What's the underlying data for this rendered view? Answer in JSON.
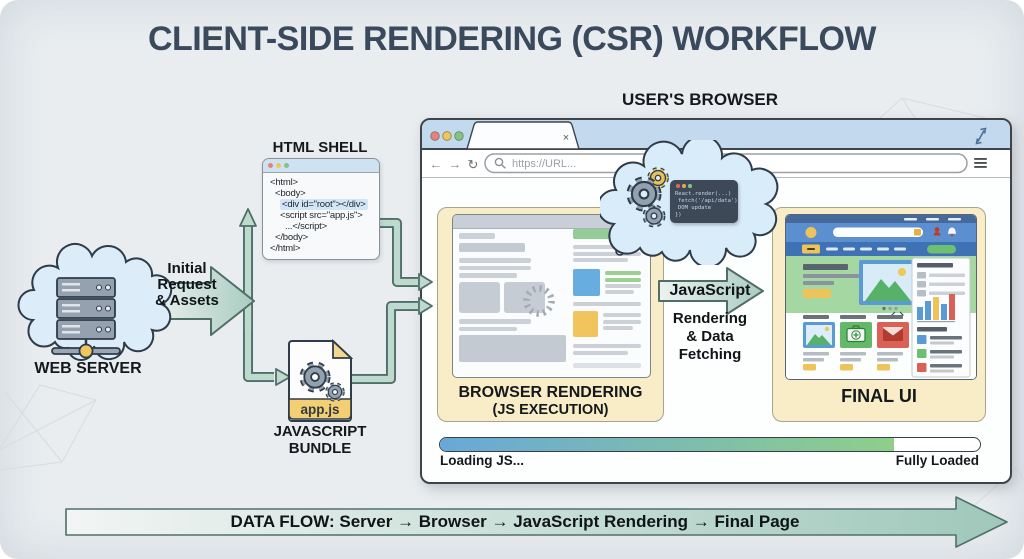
{
  "title": "CLIENT-SIDE RENDERING (CSR) WORKFLOW",
  "users_browser_label": "USER'S BROWSER",
  "web_server": {
    "label": "WEB SERVER"
  },
  "initial_request": {
    "lines": [
      "Initial",
      "Request",
      "& Assets"
    ]
  },
  "html_shell": {
    "label": "HTML SHELL",
    "code": [
      "<html>",
      "<body>",
      "<div id=\"root\"></div>",
      "<script src=\"app.js\">",
      "...</script>",
      "</body>",
      "</html>"
    ]
  },
  "js_bundle": {
    "file_name": "app.js",
    "label_lines": [
      "JAVASCRIPT",
      "BUNDLE"
    ]
  },
  "browser_chrome": {
    "url": "https://URL...",
    "tab_close_icon": "×",
    "back_icon": "←",
    "forward_icon": "→",
    "reload_icon": "↻"
  },
  "js_cloud": {
    "code_lines": [
      "React.render(...)",
      "fetch('/api/data')",
      "DOM update",
      "})"
    ]
  },
  "browser_rendering": {
    "label_lines": [
      "BROWSER RENDERING",
      "(JS EXECUTION)"
    ]
  },
  "js_transition": {
    "arrow_label": "JavaScript",
    "below_lines": [
      "Rendering",
      "& Data",
      "Fetching"
    ]
  },
  "final_ui": {
    "label": "FINAL UI"
  },
  "progress": {
    "percent": 84,
    "left_label": "Loading JS...",
    "right_label": "Fully Loaded"
  },
  "data_flow_banner": "DATA FLOW: Server → Browser → JavaScript Rendering → Final Page",
  "colors": {
    "title": "#3a4a5c",
    "arrow_fill": "#aecfc3",
    "arrow_outline": "#4f6e68",
    "panel_bg": "#f8edc6",
    "cloud_bg": "#d9ecf9",
    "progress_start": "#68a8d8",
    "progress_end": "#8ecf8a"
  }
}
